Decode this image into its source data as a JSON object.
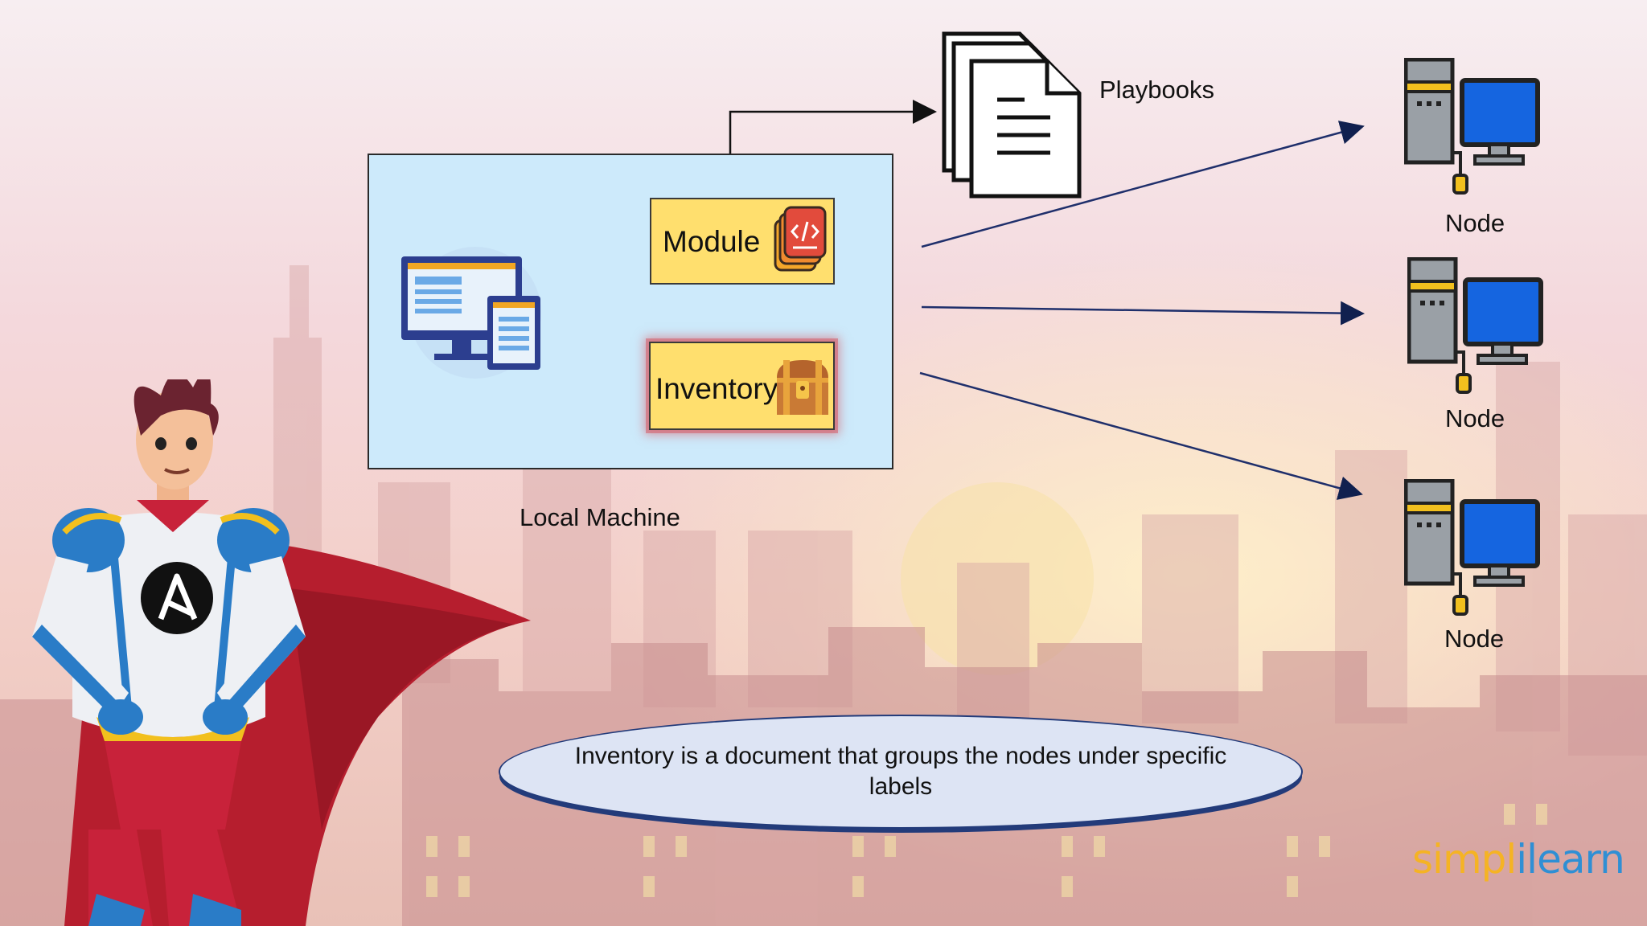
{
  "diagram": {
    "local_machine": {
      "label": "Local Machine"
    },
    "module": {
      "label": "Module"
    },
    "inventory": {
      "label": "Inventory"
    },
    "playbooks": {
      "label": "Playbooks"
    },
    "nodes": [
      {
        "label": "Node"
      },
      {
        "label": "Node"
      },
      {
        "label": "Node"
      }
    ],
    "callout": {
      "text": "Inventory is a document that groups the nodes under specific labels"
    }
  },
  "brand": {
    "part1": "simpl",
    "part2": "ilearn"
  },
  "colors": {
    "local_box": "#cdeafb",
    "component_box": "#ffdf6e",
    "arrow": "#1f2f6b",
    "monitor_screen": "#1565e0",
    "brand_yellow": "#f5b324",
    "brand_blue": "#2f8fd4"
  },
  "icons": [
    "computer-desktop-icon",
    "code-file-icon",
    "treasure-chest-icon",
    "document-stack-icon",
    "server-computer-icon",
    "superhero-mascot",
    "ansible-logo"
  ]
}
